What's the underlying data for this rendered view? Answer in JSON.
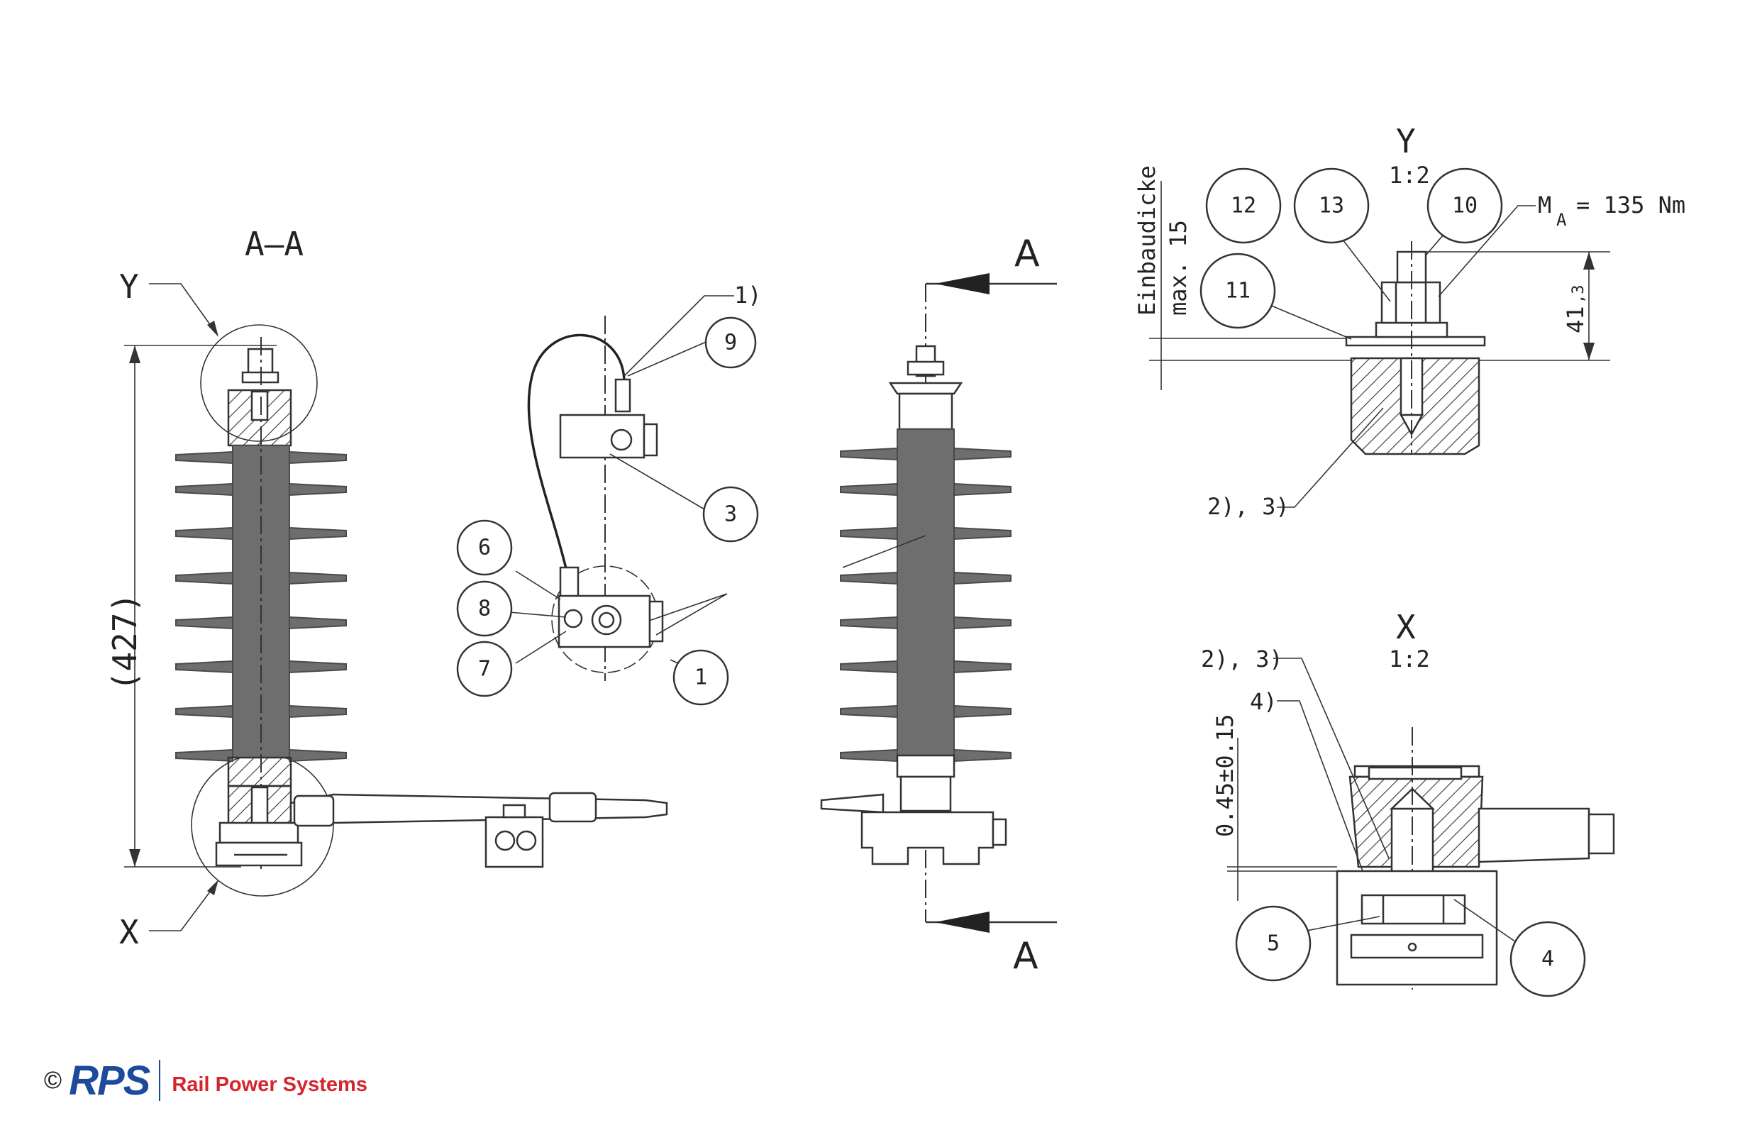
{
  "section": {
    "cut_label": "A–A",
    "arrow_label": "A"
  },
  "detail_y": {
    "label": "Y",
    "scale": "1:2",
    "torque": "M",
    "torque_sub": "A",
    "torque_value": "= 135 Nm",
    "thickness_label": "Einbaudicke",
    "thickness_value": "max. 15",
    "height": "41",
    "height_sub": ",3",
    "note": "2), 3)"
  },
  "detail_x": {
    "label": "X",
    "scale": "1:2",
    "note_a": "2), 3)",
    "note_b": "4)",
    "gap": "0.45±0.15"
  },
  "dimension_total": "(427)",
  "note_1": "1)",
  "balloons": {
    "b1": "1",
    "b3": "3",
    "b4": "4",
    "b5": "5",
    "b6": "6",
    "b7": "7",
    "b8": "8",
    "b9": "9",
    "b10": "10",
    "b11": "11",
    "b12": "12",
    "b13": "13"
  },
  "footer": {
    "copyright": "©",
    "logo": "RPS",
    "company": "Rail Power Systems"
  },
  "colors": {
    "logo_blue": "#1e4a9c",
    "logo_red": "#d6242d",
    "insulator_grey": "#6e6e6e"
  }
}
